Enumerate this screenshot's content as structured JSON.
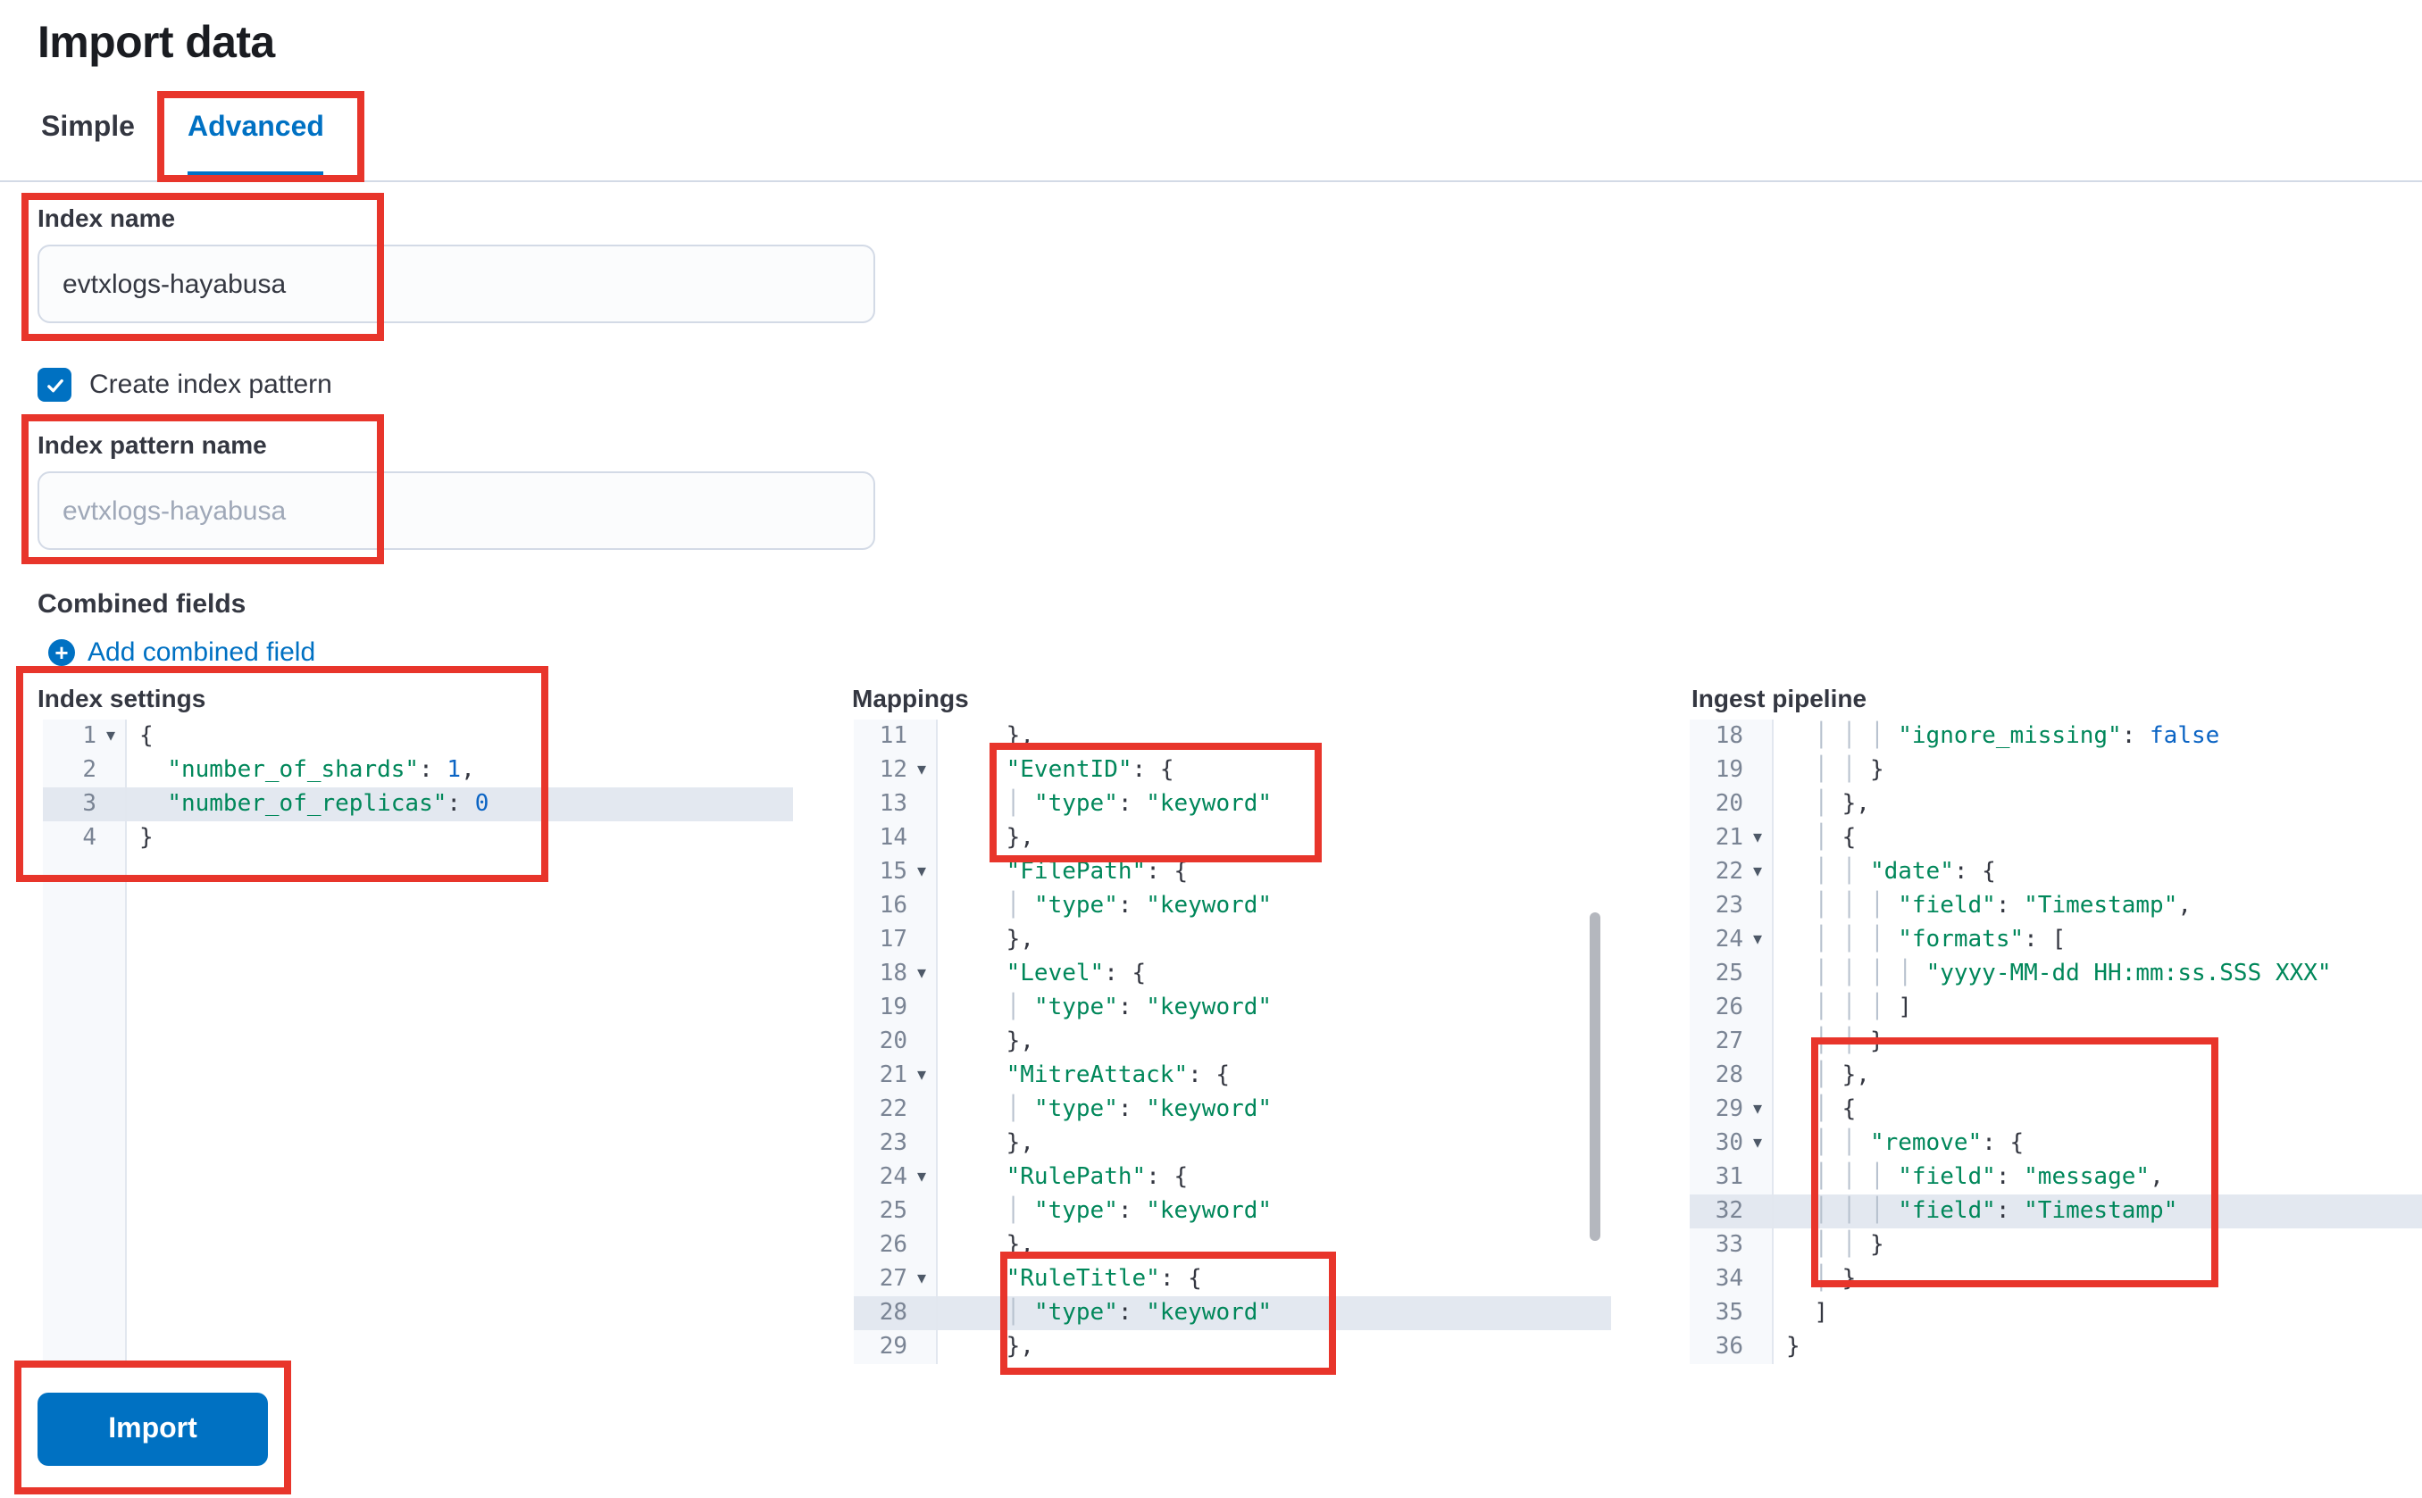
{
  "colors": {
    "accent_blue": "#0071c2",
    "annotation_red": "#e8352b",
    "code_string_green": "#00875a",
    "code_number_blue": "#0b64c4",
    "line_highlight": "#e3e8f0"
  },
  "page": {
    "title": "Import data"
  },
  "tabs": {
    "simple": "Simple",
    "advanced": "Advanced",
    "selected": "Advanced"
  },
  "form": {
    "index_name_label": "Index name",
    "index_name_value": "evtxlogs-hayabusa",
    "create_index_pattern_label": "Create index pattern",
    "create_index_pattern_checked": true,
    "index_pattern_name_label": "Index pattern name",
    "index_pattern_name_placeholder": "evtxlogs-hayabusa",
    "combined_fields_label": "Combined fields",
    "add_combined_field_label": "Add combined field",
    "import_button_label": "Import"
  },
  "editors": [
    {
      "id": "index-settings",
      "label": "Index settings",
      "lines": [
        {
          "n": 1,
          "fold": true,
          "sp": 0,
          "g": 0,
          "t": [
            [
              "p",
              "{"
            ]
          ]
        },
        {
          "n": 2,
          "sp": 2,
          "g": 0,
          "t": [
            [
              "s",
              "\"number_of_shards\""
            ],
            [
              "p",
              ": "
            ],
            [
              "n",
              "1"
            ],
            [
              "p",
              ","
            ]
          ]
        },
        {
          "n": 3,
          "sp": 2,
          "g": 0,
          "hl": true,
          "t": [
            [
              "s",
              "\"number_of_replicas\""
            ],
            [
              "p",
              ": "
            ],
            [
              "n",
              "0"
            ]
          ]
        },
        {
          "n": 4,
          "sp": 0,
          "g": 0,
          "t": [
            [
              "p",
              "}"
            ]
          ]
        }
      ]
    },
    {
      "id": "mappings",
      "label": "Mappings",
      "lines": [
        {
          "n": 11,
          "sp": 4,
          "g": 0,
          "t": [
            [
              "p",
              "},"
            ]
          ]
        },
        {
          "n": 12,
          "fold": true,
          "sp": 4,
          "g": 0,
          "t": [
            [
              "s",
              "\"EventID\""
            ],
            [
              "p",
              ": {"
            ]
          ]
        },
        {
          "n": 13,
          "sp": 4,
          "g": 1,
          "t": [
            [
              "s",
              "\"type\""
            ],
            [
              "p",
              ": "
            ],
            [
              "s",
              "\"keyword\""
            ]
          ]
        },
        {
          "n": 14,
          "sp": 4,
          "g": 0,
          "t": [
            [
              "p",
              "},"
            ]
          ]
        },
        {
          "n": 15,
          "fold": true,
          "sp": 4,
          "g": 0,
          "t": [
            [
              "s",
              "\"FilePath\""
            ],
            [
              "p",
              ": {"
            ]
          ]
        },
        {
          "n": 16,
          "sp": 4,
          "g": 1,
          "t": [
            [
              "s",
              "\"type\""
            ],
            [
              "p",
              ": "
            ],
            [
              "s",
              "\"keyword\""
            ]
          ]
        },
        {
          "n": 17,
          "sp": 4,
          "g": 0,
          "t": [
            [
              "p",
              "},"
            ]
          ]
        },
        {
          "n": 18,
          "fold": true,
          "sp": 4,
          "g": 0,
          "t": [
            [
              "s",
              "\"Level\""
            ],
            [
              "p",
              ": {"
            ]
          ]
        },
        {
          "n": 19,
          "sp": 4,
          "g": 1,
          "t": [
            [
              "s",
              "\"type\""
            ],
            [
              "p",
              ": "
            ],
            [
              "s",
              "\"keyword\""
            ]
          ]
        },
        {
          "n": 20,
          "sp": 4,
          "g": 0,
          "t": [
            [
              "p",
              "},"
            ]
          ]
        },
        {
          "n": 21,
          "fold": true,
          "sp": 4,
          "g": 0,
          "t": [
            [
              "s",
              "\"MitreAttack\""
            ],
            [
              "p",
              ": {"
            ]
          ]
        },
        {
          "n": 22,
          "sp": 4,
          "g": 1,
          "t": [
            [
              "s",
              "\"type\""
            ],
            [
              "p",
              ": "
            ],
            [
              "s",
              "\"keyword\""
            ]
          ]
        },
        {
          "n": 23,
          "sp": 4,
          "g": 0,
          "t": [
            [
              "p",
              "},"
            ]
          ]
        },
        {
          "n": 24,
          "fold": true,
          "sp": 4,
          "g": 0,
          "t": [
            [
              "s",
              "\"RulePath\""
            ],
            [
              "p",
              ": {"
            ]
          ]
        },
        {
          "n": 25,
          "sp": 4,
          "g": 1,
          "t": [
            [
              "s",
              "\"type\""
            ],
            [
              "p",
              ": "
            ],
            [
              "s",
              "\"keyword\""
            ]
          ]
        },
        {
          "n": 26,
          "sp": 4,
          "g": 0,
          "t": [
            [
              "p",
              "},"
            ]
          ]
        },
        {
          "n": 27,
          "fold": true,
          "sp": 4,
          "g": 0,
          "t": [
            [
              "s",
              "\"RuleTitle\""
            ],
            [
              "p",
              ": {"
            ]
          ]
        },
        {
          "n": 28,
          "sp": 4,
          "g": 1,
          "hl": true,
          "t": [
            [
              "s",
              "\"type\""
            ],
            [
              "p",
              ": "
            ],
            [
              "s",
              "\"keyword\""
            ]
          ]
        },
        {
          "n": 29,
          "sp": 4,
          "g": 0,
          "t": [
            [
              "p",
              "},"
            ]
          ]
        }
      ]
    },
    {
      "id": "ingest-pipeline",
      "label": "Ingest pipeline",
      "lines": [
        {
          "n": 18,
          "sp": 2,
          "g": 3,
          "t": [
            [
              "s",
              "\"ignore_missing\""
            ],
            [
              "p",
              ": "
            ],
            [
              "b",
              "false"
            ]
          ]
        },
        {
          "n": 19,
          "sp": 2,
          "g": 2,
          "t": [
            [
              "p",
              "}"
            ]
          ]
        },
        {
          "n": 20,
          "sp": 2,
          "g": 1,
          "t": [
            [
              "p",
              "},"
            ]
          ]
        },
        {
          "n": 21,
          "fold": true,
          "sp": 2,
          "g": 1,
          "t": [
            [
              "p",
              "{"
            ]
          ]
        },
        {
          "n": 22,
          "fold": true,
          "sp": 2,
          "g": 2,
          "t": [
            [
              "s",
              "\"date\""
            ],
            [
              "p",
              ": {"
            ]
          ]
        },
        {
          "n": 23,
          "sp": 2,
          "g": 3,
          "t": [
            [
              "s",
              "\"field\""
            ],
            [
              "p",
              ": "
            ],
            [
              "s",
              "\"Timestamp\""
            ],
            [
              "p",
              ","
            ]
          ]
        },
        {
          "n": 24,
          "fold": true,
          "sp": 2,
          "g": 3,
          "t": [
            [
              "s",
              "\"formats\""
            ],
            [
              "p",
              ": ["
            ]
          ]
        },
        {
          "n": 25,
          "sp": 2,
          "g": 4,
          "t": [
            [
              "s",
              "\"yyyy-MM-dd HH:mm:ss.SSS XXX\""
            ]
          ]
        },
        {
          "n": 26,
          "sp": 2,
          "g": 3,
          "t": [
            [
              "p",
              "]"
            ]
          ]
        },
        {
          "n": 27,
          "sp": 2,
          "g": 2,
          "t": [
            [
              "p",
              "}"
            ]
          ]
        },
        {
          "n": 28,
          "sp": 2,
          "g": 1,
          "t": [
            [
              "p",
              "},"
            ]
          ]
        },
        {
          "n": 29,
          "fold": true,
          "sp": 2,
          "g": 1,
          "t": [
            [
              "p",
              "{"
            ]
          ]
        },
        {
          "n": 30,
          "fold": true,
          "sp": 2,
          "g": 2,
          "t": [
            [
              "s",
              "\"remove\""
            ],
            [
              "p",
              ": {"
            ]
          ]
        },
        {
          "n": 31,
          "sp": 2,
          "g": 3,
          "t": [
            [
              "s",
              "\"field\""
            ],
            [
              "p",
              ": "
            ],
            [
              "s",
              "\"message\""
            ],
            [
              "p",
              ","
            ]
          ]
        },
        {
          "n": 32,
          "sp": 2,
          "g": 3,
          "hl": true,
          "t": [
            [
              "s",
              "\"field\""
            ],
            [
              "p",
              ": "
            ],
            [
              "s",
              "\"Timestamp\""
            ]
          ]
        },
        {
          "n": 33,
          "sp": 2,
          "g": 2,
          "t": [
            [
              "p",
              "}"
            ]
          ]
        },
        {
          "n": 34,
          "sp": 2,
          "g": 1,
          "t": [
            [
              "p",
              "}"
            ]
          ]
        },
        {
          "n": 35,
          "sp": 2,
          "g": 0,
          "t": [
            [
              "p",
              "]"
            ]
          ]
        },
        {
          "n": 36,
          "sp": 0,
          "g": 0,
          "t": [
            [
              "p",
              "}"
            ]
          ]
        }
      ]
    }
  ]
}
